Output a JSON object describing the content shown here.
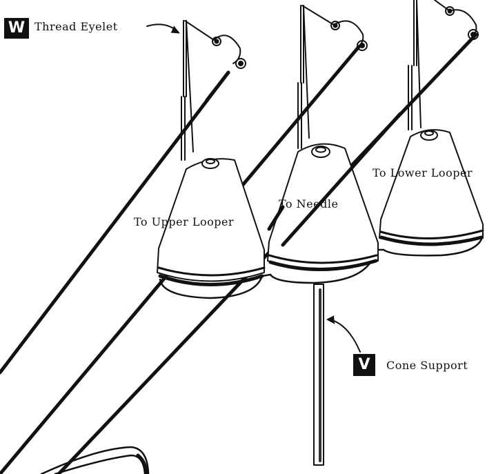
{
  "labels": {
    "w_badge": "W",
    "thread_eyelet": "Thread Eyelet",
    "to_upper_looper": "To Upper Looper",
    "to_needle": "To Needle",
    "to_lower_looper": "To Lower Looper",
    "v_badge": "V",
    "cone_support": "Cone Support"
  },
  "colors": {
    "ink": "#111111",
    "paper": "#ffffff"
  }
}
